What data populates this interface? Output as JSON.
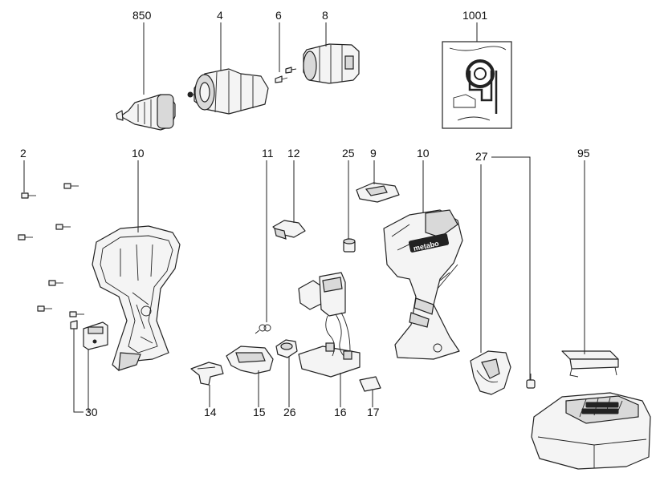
{
  "diagram": {
    "labels": [
      "850",
      "4",
      "6",
      "8",
      "1001",
      "2",
      "10",
      "11",
      "12",
      "25",
      "9",
      "10",
      "27",
      "95",
      "30",
      "14",
      "15",
      "26",
      "16",
      "17"
    ],
    "brand_text": "metabo"
  }
}
